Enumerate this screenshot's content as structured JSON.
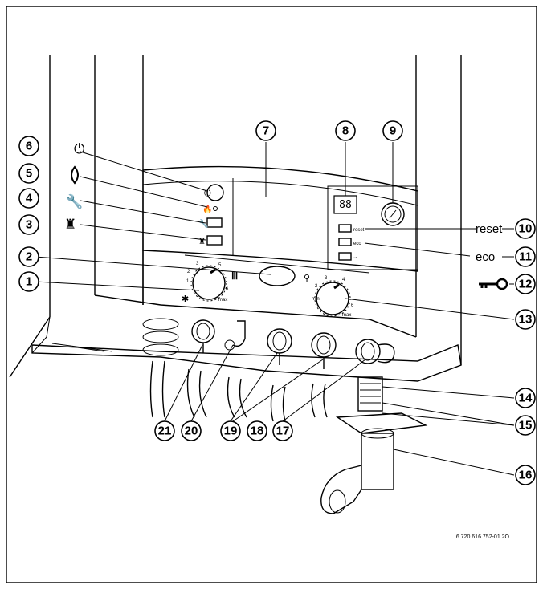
{
  "callouts": {
    "c1": "1",
    "c2": "2",
    "c3": "3",
    "c4": "4",
    "c5": "5",
    "c6": "6",
    "c7": "7",
    "c8": "8",
    "c9": "9",
    "c10": "10",
    "c11": "11",
    "c12": "12",
    "c13": "13",
    "c14": "14",
    "c15": "15",
    "c16": "16",
    "c17": "17",
    "c18": "18",
    "c19": "19",
    "c20": "20",
    "c21": "21"
  },
  "side_labels": {
    "reset": "reset",
    "eco": "eco"
  },
  "panel": {
    "display_value": "88",
    "btn_reset": "reset",
    "btn_eco": "eco",
    "dial_left_max": "max",
    "dial_right_min": "min",
    "dial_right_max": "max"
  },
  "figure_code": "6 720 616 752-01.2O",
  "icons": [
    "power-icon",
    "flame-icon",
    "wrench-icon",
    "chimney-sweep-icon",
    "key-icon",
    "radiator-icon",
    "tap-icon",
    "snowflake-icon",
    "pressure-gauge-icon"
  ]
}
